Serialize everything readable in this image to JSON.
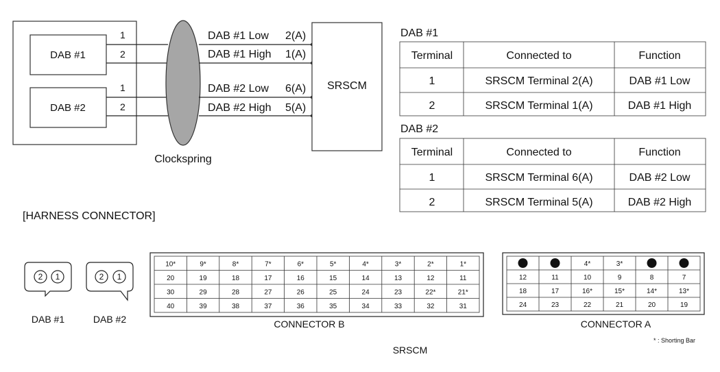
{
  "wiring": {
    "dab1_label": "DAB #1",
    "dab2_label": "DAB #2",
    "srscm_label": "SRSCM",
    "clockspring_label": "Clockspring",
    "pin_1": "1",
    "pin_2": "2",
    "wires": [
      {
        "name": "DAB #1 Low",
        "terminal": "2(A)"
      },
      {
        "name": "DAB #1 High",
        "terminal": "1(A)"
      },
      {
        "name": "DAB #2 Low",
        "terminal": "6(A)"
      },
      {
        "name": "DAB #2 High",
        "terminal": "5(A)"
      }
    ]
  },
  "tables": [
    {
      "title": "DAB #1",
      "headers": [
        "Terminal",
        "Connected to",
        "Function"
      ],
      "rows": [
        [
          "1",
          "SRSCM Terminal 2(A)",
          "DAB #1 Low"
        ],
        [
          "2",
          "SRSCM Terminal 1(A)",
          "DAB #1 High"
        ]
      ]
    },
    {
      "title": "DAB #2",
      "headers": [
        "Terminal",
        "Connected to",
        "Function"
      ],
      "rows": [
        [
          "1",
          "SRSCM Terminal 6(A)",
          "DAB #2 Low"
        ],
        [
          "2",
          "SRSCM Terminal 5(A)",
          "DAB #2 High"
        ]
      ]
    }
  ],
  "harness": {
    "title": "[HARNESS CONNECTOR]",
    "dab1_plug": {
      "pin_a": "2",
      "pin_b": "1",
      "label": "DAB #1"
    },
    "dab2_plug": {
      "pin_a": "2",
      "pin_b": "1",
      "label": "DAB #2"
    },
    "connector_b": {
      "label": "CONNECTOR B",
      "rows": [
        [
          "10*",
          "9*",
          "8*",
          "7*",
          "6*",
          "5*",
          "4*",
          "3*",
          "2*",
          "1*"
        ],
        [
          "20",
          "19",
          "18",
          "17",
          "16",
          "15",
          "14",
          "13",
          "12",
          "11"
        ],
        [
          "30",
          "29",
          "28",
          "27",
          "26",
          "25",
          "24",
          "23",
          "22*",
          "21*"
        ],
        [
          "40",
          "39",
          "38",
          "37",
          "36",
          "35",
          "34",
          "33",
          "32",
          "31"
        ]
      ]
    },
    "connector_a": {
      "label": "CONNECTOR A",
      "rows": [
        [
          "●",
          "●",
          "4*",
          "3*",
          "●",
          "●"
        ],
        [
          "12",
          "11",
          "10",
          "9",
          "8",
          "7"
        ],
        [
          "18",
          "17",
          "16*",
          "15*",
          "14*",
          "13*"
        ],
        [
          "24",
          "23",
          "22",
          "21",
          "20",
          "19"
        ]
      ]
    },
    "footnote": "* : Shorting Bar",
    "srscm_label": "SRSCM"
  }
}
